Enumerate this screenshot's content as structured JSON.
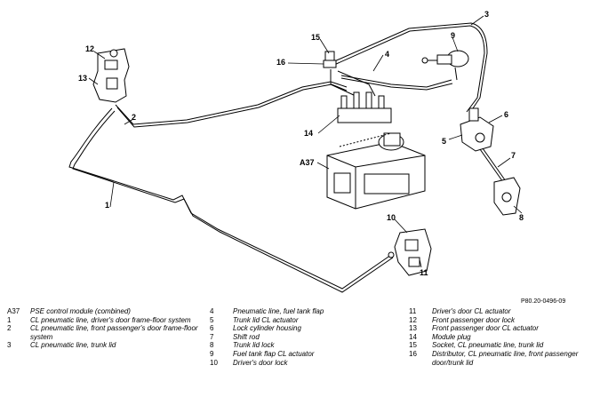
{
  "figure": {
    "reference": "P80.20-0496-09",
    "module_tag": "A37",
    "callouts": [
      "1",
      "2",
      "3",
      "4",
      "5",
      "6",
      "7",
      "8",
      "9",
      "10",
      "11",
      "12",
      "13",
      "14",
      "15",
      "16"
    ]
  },
  "legend": [
    {
      "key": "A37",
      "text": "PSE control module (combined)"
    },
    {
      "key": "1",
      "text": "CL pneumatic line, driver's door frame-floor system"
    },
    {
      "key": "2",
      "text": "CL pneumatic line, front passenger's door frame-floor system"
    },
    {
      "key": "3",
      "text": "CL pneumatic line, trunk lid"
    },
    {
      "key": "4",
      "text": "Pneumatic line, fuel tank flap"
    },
    {
      "key": "5",
      "text": "Trunk lid CL actuator"
    },
    {
      "key": "6",
      "text": "Lock cylinder housing"
    },
    {
      "key": "7",
      "text": "Shift rod"
    },
    {
      "key": "8",
      "text": "Trunk lid lock"
    },
    {
      "key": "9",
      "text": "Fuel tank flap CL actuator"
    },
    {
      "key": "10",
      "text": "Driver's door lock"
    },
    {
      "key": "11",
      "text": "Driver's door CL actuator"
    },
    {
      "key": "12",
      "text": "Front passenger door lock"
    },
    {
      "key": "13",
      "text": "Front passenger door CL actuator"
    },
    {
      "key": "14",
      "text": "Module plug"
    },
    {
      "key": "15",
      "text": "Socket, CL pneumatic line, trunk lid"
    },
    {
      "key": "16",
      "text": "Distributor, CL pneumatic line, front passenger door/trunk lid"
    }
  ]
}
